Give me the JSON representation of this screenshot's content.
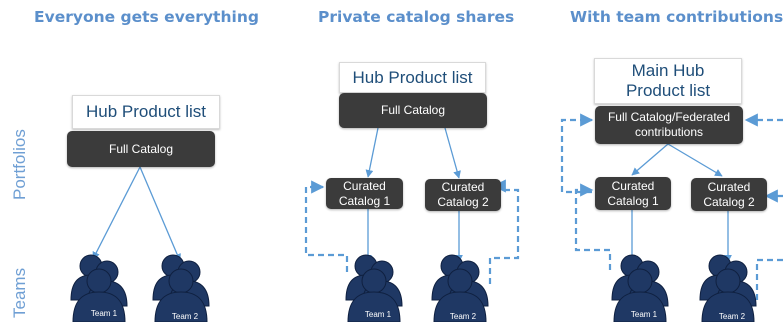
{
  "headings": [
    "Everyone gets everything",
    "Private catalog shares",
    "With team contributions"
  ],
  "side_labels": {
    "portfolios": "Portfolios",
    "teams": "Teams"
  },
  "panels": [
    {
      "hub": "Hub Product list",
      "catalog": "Full Catalog",
      "teams": [
        "Team 1",
        "Team 2"
      ]
    },
    {
      "hub": "Hub Product list",
      "catalog": "Full Catalog",
      "curated": [
        "Curated Catalog 1",
        "Curated Catalog 2"
      ],
      "teams": [
        "Team 1",
        "Team 2"
      ]
    },
    {
      "hub": "Main Hub Product list",
      "catalog": "Full Catalog/Federated contributions",
      "curated": [
        "Curated Catalog 1",
        "Curated Catalog 2"
      ],
      "teams": [
        "Team 1",
        "Team 2"
      ]
    }
  ],
  "colors": {
    "heading": "#5b8fcb",
    "side_label": "#6f9fd4",
    "box": "#3b3b3b",
    "arrow": "#5b9bd5",
    "person": "#1f3864",
    "hub_text": "#1f4e79"
  },
  "icons": {
    "team": "people-group-icon"
  }
}
